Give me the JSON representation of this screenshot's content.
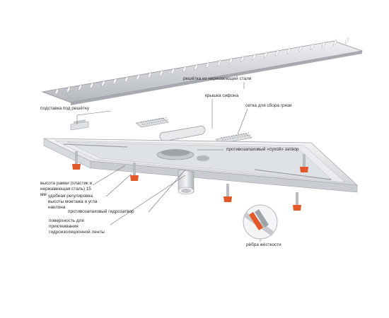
{
  "colors": {
    "steel_light": "#e4e6e8",
    "steel_mid": "#b9bdc1",
    "steel_dark": "#8e9297",
    "plastic_white": "#eceef0",
    "siphon_grey": "#9ea3a8",
    "leg_orange": "#e2582a",
    "leader_line": "#6f6f6f",
    "text": "#2b2b2b"
  },
  "labels": {
    "grate": "решётка из нержавеющей стали",
    "grate_support": "подставка под решётку",
    "siphon_cover": "крышка сифона",
    "dirt_mesh": "сетка для сбора грязи",
    "dry_lock": "противозапаховый «сухой» затвор",
    "frame_height": "высота рамки (пластик и нержавеющая сталь) 15 мм",
    "adjustment": "удобная регулировка высоты монтажа и угла наклона",
    "water_seal": "противозапаховый гидрозатвор",
    "membrane_surface": "поверхность для приклеивания гидроизоляционной ленты",
    "ribs": "рёбра жёсткости"
  }
}
